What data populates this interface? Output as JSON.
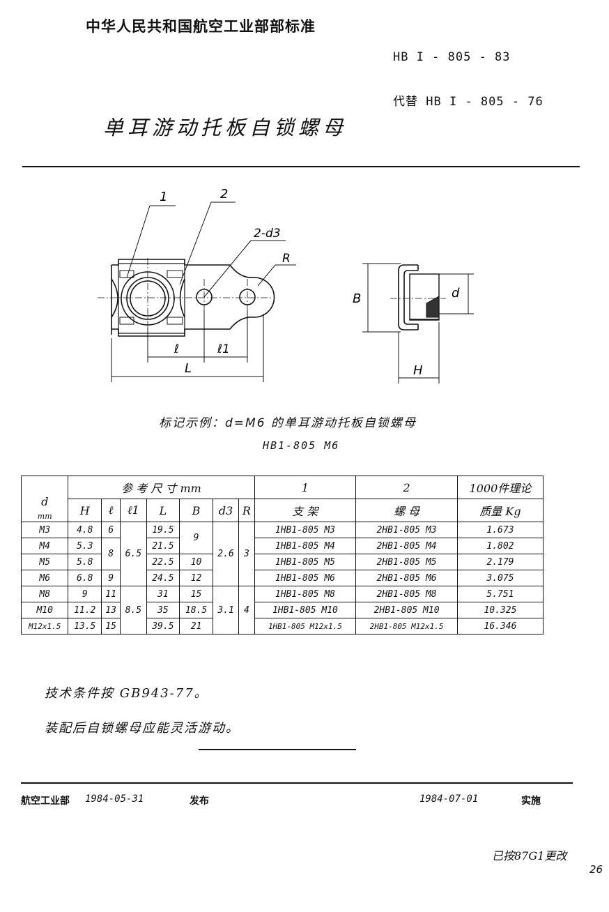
{
  "header": {
    "organization": "中华人民共和国航空工业部部标准",
    "standard_code": "HB I - 805 - 83",
    "replaces": "代替 HB I - 805 - 76",
    "title": "单耳游动托板自锁螺母"
  },
  "drawing": {
    "labels": {
      "part1": "1",
      "part2": "2",
      "holes": "2-d3",
      "radius": "R",
      "l": "ℓ",
      "l1": "ℓ1",
      "L": "L",
      "B": "B",
      "d": "d",
      "H": "H"
    }
  },
  "caption": {
    "line1": "标记示例：d=M6 的单耳游动托板自锁螺母",
    "line2": "HB1-805 M6"
  },
  "table": {
    "headers": {
      "d": "d",
      "unit": "mm",
      "ref_dims": "参 考 尺 寸   mm",
      "col1": "1",
      "col2": "2",
      "mass": "1000件理论",
      "support": "支 架",
      "nut": "螺 母",
      "mass_unit": "质量 Kg",
      "H": "H",
      "l": "ℓ",
      "l1": "ℓ1",
      "L": "L",
      "B": "B",
      "d3": "d3",
      "R": "R"
    },
    "rows": [
      {
        "d": "M3",
        "H": "4.8",
        "l": "6",
        "L": "19.5",
        "support": "1HB1-805 M3",
        "nut": "2HB1-805 M3",
        "mass": "1.673"
      },
      {
        "d": "M4",
        "H": "5.3",
        "L": "21.5",
        "support": "1HB1-805 M4",
        "nut": "2HB1-805 M4",
        "mass": "1.802"
      },
      {
        "d": "M5",
        "H": "5.8",
        "L": "22.5",
        "B": "10",
        "support": "1HB1-805 M5",
        "nut": "2HB1-805 M5",
        "mass": "2.179"
      },
      {
        "d": "M6",
        "H": "6.8",
        "l": "9",
        "L": "24.5",
        "B": "12",
        "support": "1HB1-805 M6",
        "nut": "2HB1-805 M6",
        "mass": "3.075"
      },
      {
        "d": "M8",
        "H": "9",
        "l": "11",
        "L": "31",
        "B": "15",
        "support": "1HB1-805 M8",
        "nut": "2HB1-805 M8",
        "mass": "5.751"
      },
      {
        "d": "M10",
        "H": "11.2",
        "l": "13",
        "L": "35",
        "B": "18.5",
        "support": "1HB1-805 M10",
        "nut": "2HB1-805 M10",
        "mass": "10.325"
      },
      {
        "d": "M12x1.5",
        "H": "13.5",
        "l": "15",
        "L": "39.5",
        "B": "21",
        "support": "1HB1-805 M12x1.5",
        "nut": "2HB1-805 M12x1.5",
        "mass": "16.346"
      }
    ],
    "merged": {
      "l_m4_m5": "8",
      "l1_small": "6.5",
      "l1_large": "8.5",
      "B_m3_m4": "9",
      "d3_small": "2.6",
      "d3_large": "3.1",
      "R_small": "3",
      "R_large": "4"
    }
  },
  "notes": [
    "技术条件按 GB943-77。",
    "装配后自锁螺母应能灵活游动。"
  ],
  "footer": {
    "issuer": "航空工业部",
    "issue_date": "1984-05-31",
    "published": "发布",
    "impl_date": "1984-07-01",
    "implemented": "实施",
    "handwritten": "已按87G1更改",
    "page": "26"
  }
}
